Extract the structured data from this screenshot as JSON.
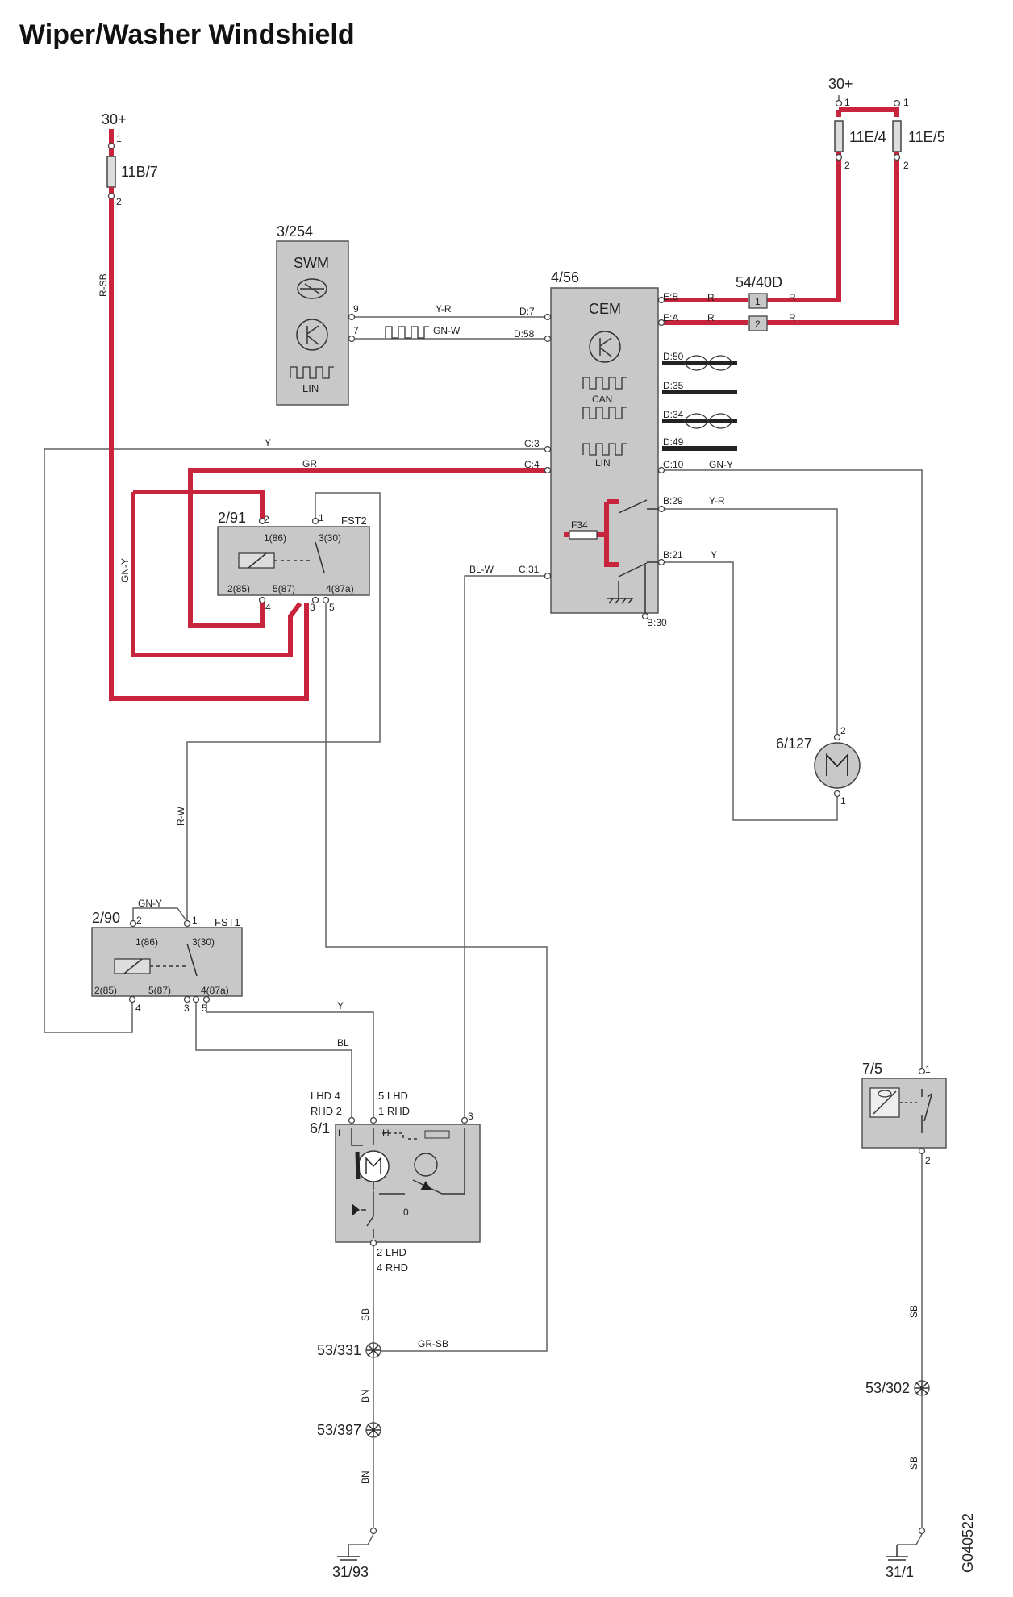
{
  "title": "Wiper/Washer Windshield",
  "doc_code": "G040522",
  "supply": {
    "left": "30+",
    "right": "30+"
  },
  "fuses": {
    "f11b7": {
      "id": "11B/7",
      "p1": "1",
      "p2": "2"
    },
    "f11e4": {
      "id": "11E/4",
      "p1": "1",
      "p2": "2"
    },
    "f11e5": {
      "id": "11E/5",
      "p1": "1",
      "p2": "2"
    }
  },
  "swm": {
    "id": "3/254",
    "name": "SWM",
    "lin": "LIN",
    "pin9": "9",
    "pin7": "7"
  },
  "cem": {
    "id": "4/56",
    "name": "CEM",
    "can": "CAN",
    "lin": "LIN",
    "fuse": "F34",
    "pins": {
      "eb": "E:B",
      "ea": "E:A",
      "d7": "D:7",
      "d58": "D:58",
      "d50": "D:50",
      "d35": "D:35",
      "d34": "D:34",
      "d49": "D:49",
      "c3": "C:3",
      "c4": "C:4",
      "c10": "C:10",
      "b29": "B:29",
      "b21": "B:21",
      "c31": "C:31",
      "b30": "B:30"
    }
  },
  "connector": {
    "id": "54/40D",
    "p1": "1",
    "p2": "2"
  },
  "relay_fst2": {
    "id": "2/91",
    "name": "FST2",
    "p86": "1(86)",
    "p30": "3(30)",
    "p85": "2(85)",
    "p87": "5(87)",
    "p87a": "4(87a)",
    "t1": "1",
    "t2": "2",
    "t3": "3",
    "t4": "4",
    "t5": "5"
  },
  "relay_fst1": {
    "id": "2/90",
    "name": "FST1",
    "p86": "1(86)",
    "p30": "3(30)",
    "p85": "2(85)",
    "p87": "5(87)",
    "p87a": "4(87a)",
    "t1": "1",
    "t2": "2",
    "t3": "3",
    "t4": "4",
    "t5": "5"
  },
  "washer_pump": {
    "id": "6/127",
    "p1": "1",
    "p2": "2"
  },
  "wiper_motor": {
    "id": "6/1",
    "lhd4": "LHD 4",
    "rhd2": "RHD 2",
    "lhd5": "5 LHD",
    "rhd1": "1 RHD",
    "lhd2": "2 LHD",
    "rhd4": "4 RHD",
    "p3": "3",
    "l": "L",
    "h": "H",
    "o": "0"
  },
  "switch_75": {
    "id": "7/5",
    "p1": "1",
    "p2": "2"
  },
  "splices": {
    "s331": "53/331",
    "s397": "53/397",
    "s302": "53/302"
  },
  "grounds": {
    "g93": "31/93",
    "g1": "31/1"
  },
  "wire_colors": {
    "r_sb": "R-SB",
    "gn_y": "GN-Y",
    "y_r": "Y-R",
    "gn_w": "GN-W",
    "r": "R",
    "y": "Y",
    "gr": "GR",
    "gn_y2": "GN-Y",
    "y_r2": "Y-R",
    "y2": "Y",
    "bl_w": "BL-W",
    "r_w": "R-W",
    "gn_y3": "GN-Y",
    "y3": "Y",
    "bl": "BL",
    "sb": "SB",
    "gr_sb": "GR-SB",
    "bn": "BN",
    "sb2": "SB"
  },
  "colors": {
    "power": "#c8253d",
    "component": "#c8c8c8"
  }
}
